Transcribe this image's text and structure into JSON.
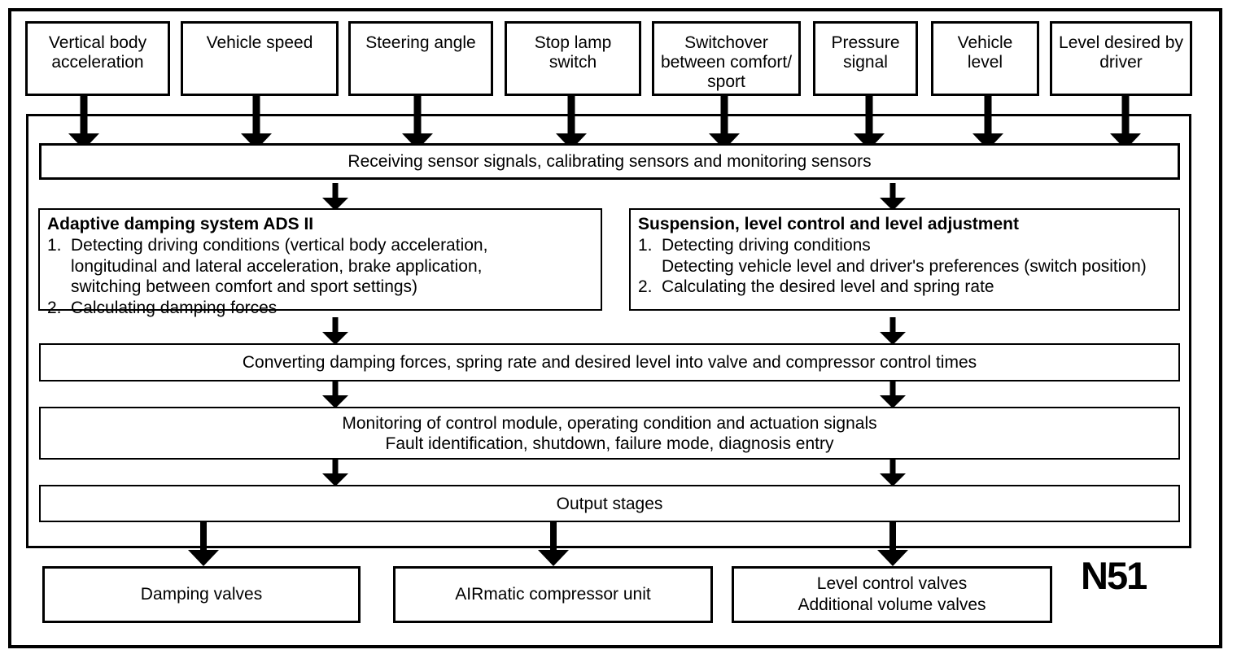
{
  "diagram": {
    "module_label": "N51",
    "inputs": [
      {
        "lines": [
          "Vertical body",
          "acceleration"
        ]
      },
      {
        "lines": [
          "Vehicle speed"
        ]
      },
      {
        "lines": [
          "Steering angle"
        ]
      },
      {
        "lines": [
          "Stop lamp",
          "switch"
        ]
      },
      {
        "lines": [
          "Switchover",
          "between comfort/",
          "sport"
        ]
      },
      {
        "lines": [
          "Pressure",
          "signal"
        ]
      },
      {
        "lines": [
          "Vehicle",
          "level"
        ]
      },
      {
        "lines": [
          "Level desired by",
          "driver"
        ]
      }
    ],
    "receiving_bar": {
      "label": "Receiving sensor signals, calibrating sensors and monitoring sensors"
    },
    "ads_box": {
      "title": "Adaptive damping system ADS II",
      "items": [
        {
          "num": "1.",
          "lines": [
            "Detecting driving conditions (vertical body acceleration,",
            "longitudinal and lateral acceleration, brake application,",
            "switching between comfort and sport settings)"
          ]
        },
        {
          "num": "2.",
          "lines": [
            "Calculating damping forces"
          ]
        }
      ]
    },
    "suspension_box": {
      "title": "Suspension, level control and level adjustment",
      "items": [
        {
          "num": "1.",
          "lines": [
            "Detecting driving conditions",
            "Detecting vehicle level and driver's preferences (switch position)"
          ]
        },
        {
          "num": "2.",
          "lines": [
            "Calculating the desired level and spring rate"
          ]
        }
      ]
    },
    "converting_bar": {
      "label": "Converting damping forces, spring rate and desired level into valve and compressor control times"
    },
    "monitoring_bar": {
      "lines": [
        "Monitoring of control module, operating condition and actuation signals",
        "Fault identification, shutdown, failure mode, diagnosis entry"
      ]
    },
    "output_bar": {
      "label": "Output stages"
    },
    "outputs": [
      {
        "lines": [
          "Damping valves"
        ]
      },
      {
        "lines": [
          "AIRmatic compressor unit"
        ]
      },
      {
        "lines": [
          "Level control valves",
          "Additional volume valves"
        ]
      }
    ]
  }
}
